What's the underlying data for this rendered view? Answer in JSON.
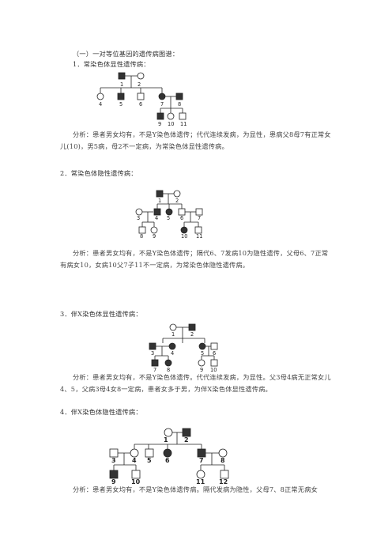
{
  "heading": "（一）一对等位基因的遗传病图谱：",
  "sections": [
    {
      "title": "1．常染色体显性遗传病：",
      "analysis": "分析：患者男女均有，不是Y染色体遗传；代代连续发病，为显性，患病父8母7有正常女儿(10)，男5病，母2不一定病，为常染色体显性遗传病。",
      "labels": [
        "1",
        "2",
        "4",
        "5",
        "6",
        "7",
        "8",
        "9",
        "10",
        "11"
      ]
    },
    {
      "title": "2．常染色体隐性遗传病：",
      "analysis": "分析：患者男女均有，不是Y染色体遗传；隔代6、7发病10为隐性遗传，父母6、7正常有病女10，女病10父7子11不一定病，为常染色体隐性遗传病。",
      "labels": [
        "1",
        "2",
        "3",
        "4",
        "5",
        "6",
        "7",
        "8",
        "9",
        "10",
        "11"
      ]
    },
    {
      "title": "3．伴X染色体显性遗传病：",
      "analysis": "分析：患者男女均有，不是Y染色体遗传。代代连续发病，为显性。父3母4病无正常女儿4、5，父病3母4女8一定病，患者女多于男，为伴X染色体显性遗传病。",
      "labels": [
        "1",
        "2",
        "3",
        "4",
        "5",
        "6",
        "7",
        "8",
        "9",
        "10"
      ]
    },
    {
      "title": "4．伴X染色体隐性遗传病：",
      "analysis": "分析：患者男女均有，不是Y染色体遗传病。隔代发病为隐性，父母7、8正常无病女",
      "labels": [
        "1",
        "2",
        "3",
        "4",
        "5",
        "6",
        "7",
        "8",
        "9",
        "10",
        "11",
        "12"
      ]
    }
  ]
}
